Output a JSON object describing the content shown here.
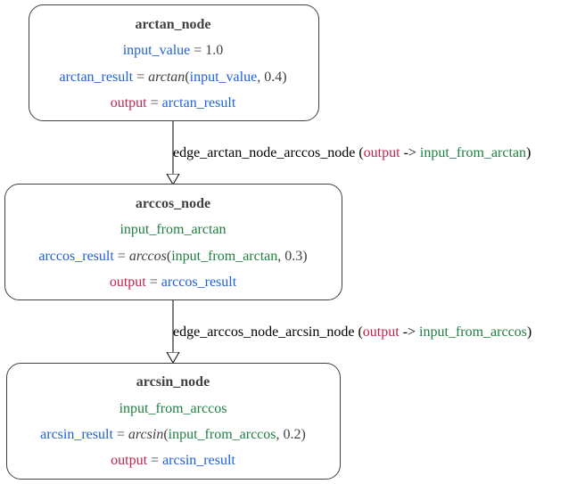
{
  "colors": {
    "variable": "#2060d8",
    "output": "#c0234a",
    "input": "#1e8040",
    "text": "#404040",
    "edge": "#000000",
    "node_border": "#404040"
  },
  "nodes": [
    {
      "title": "arctan_node",
      "lines": [
        [
          {
            "t": "input_value",
            "c": "blue"
          },
          {
            "t": " = 1.0",
            "c": "dark"
          }
        ],
        [
          {
            "t": "arctan_result",
            "c": "blue"
          },
          {
            "t": " = ",
            "c": "dark"
          },
          {
            "t": "arctan",
            "c": "italic"
          },
          {
            "t": "(",
            "c": "dark"
          },
          {
            "t": "input_value",
            "c": "blue"
          },
          {
            "t": ", 0.4)",
            "c": "dark"
          }
        ],
        [
          {
            "t": "output",
            "c": "red"
          },
          {
            "t": " = ",
            "c": "dark"
          },
          {
            "t": "arctan_result",
            "c": "blue"
          }
        ]
      ]
    },
    {
      "title": "arccos_node",
      "lines": [
        [
          {
            "t": "input_from_arctan",
            "c": "green"
          }
        ],
        [
          {
            "t": "arccos_result",
            "c": "blue"
          },
          {
            "t": " = ",
            "c": "dark"
          },
          {
            "t": "arccos",
            "c": "italic"
          },
          {
            "t": "(",
            "c": "dark"
          },
          {
            "t": "input_from_arctan",
            "c": "green"
          },
          {
            "t": ", 0.3)",
            "c": "dark"
          }
        ],
        [
          {
            "t": "output",
            "c": "red"
          },
          {
            "t": " = ",
            "c": "dark"
          },
          {
            "t": "arccos_result",
            "c": "blue"
          }
        ]
      ]
    },
    {
      "title": "arcsin_node",
      "lines": [
        [
          {
            "t": "input_from_arccos",
            "c": "green"
          }
        ],
        [
          {
            "t": "arcsin_result",
            "c": "blue"
          },
          {
            "t": " = ",
            "c": "dark"
          },
          {
            "t": "arcsin",
            "c": "italic"
          },
          {
            "t": "(",
            "c": "dark"
          },
          {
            "t": "input_from_arccos",
            "c": "green"
          },
          {
            "t": ", 0.2)",
            "c": "dark"
          }
        ],
        [
          {
            "t": "output",
            "c": "red"
          },
          {
            "t": " = ",
            "c": "dark"
          },
          {
            "t": "arcsin_result",
            "c": "blue"
          }
        ]
      ]
    }
  ],
  "edges": [
    {
      "from": "arctan_node",
      "to": "arccos_node",
      "label": [
        {
          "t": "edge_arctan_node_arccos_node (",
          "c": "black"
        },
        {
          "t": "output",
          "c": "red"
        },
        {
          "t": " -> ",
          "c": "black"
        },
        {
          "t": "input_from_arctan",
          "c": "green"
        },
        {
          "t": ")",
          "c": "black"
        }
      ]
    },
    {
      "from": "arccos_node",
      "to": "arcsin_node",
      "label": [
        {
          "t": "edge_arccos_node_arcsin_node (",
          "c": "black"
        },
        {
          "t": "output",
          "c": "red"
        },
        {
          "t": " -> ",
          "c": "black"
        },
        {
          "t": "input_from_arccos",
          "c": "green"
        },
        {
          "t": ")",
          "c": "black"
        }
      ]
    }
  ]
}
